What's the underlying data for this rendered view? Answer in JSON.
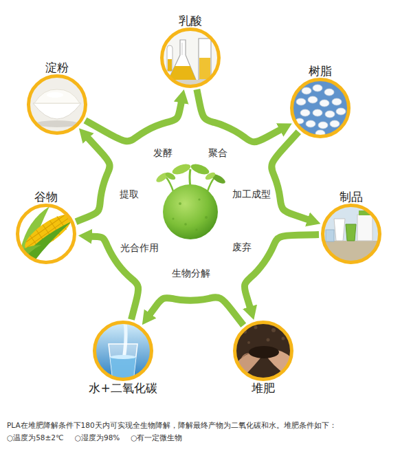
{
  "diagram": {
    "caption": "PLA在堆肥降解条件下180天内可实现全生物降解，降解最终产物为二氧化碳和水。堆肥条件如下：",
    "nodes": [
      {
        "text": [
          "乳酸"
        ]
      },
      {
        "text": [
          "淀粉"
        ]
      },
      {
        "text": [
          "树脂"
        ]
      },
      {
        "text": [
          "谷物"
        ]
      },
      {
        "text": [
          "制品"
        ]
      },
      {
        "text": [
          "水+二氧化碳"
        ]
      },
      {
        "text": [
          "堆肥"
        ]
      }
    ],
    "edges": [
      {
        "from": 1,
        "to": 0,
        "label": "发酵",
        "arrow": "to"
      },
      {
        "from": 0,
        "to": 2,
        "label": "聚合",
        "arrow": "to"
      },
      {
        "from": 2,
        "to": 4,
        "label": "加工成型",
        "arrow": "to"
      },
      {
        "from": 4,
        "to": 6,
        "label": "废弃",
        "arrow": "to"
      },
      {
        "from": 6,
        "to": 5,
        "label": "生物分解",
        "arrow": "to"
      },
      {
        "from": 5,
        "to": 3,
        "label": "光合作用",
        "arrow": "to"
      },
      {
        "from": 3,
        "to": 1,
        "label": "提取",
        "arrow": "to"
      }
    ],
    "labels": [
      "○温度为58±2℃",
      "○湿度为98%",
      "○有一定微生物"
    ]
  }
}
